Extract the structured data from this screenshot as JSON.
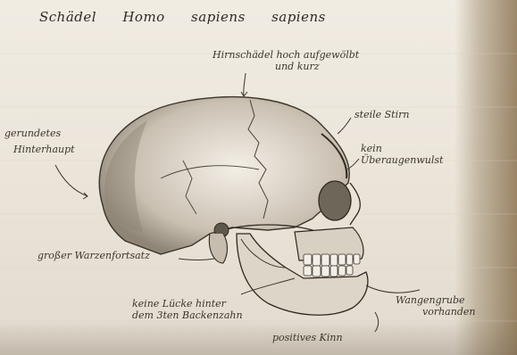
{
  "title": {
    "word1": "Schädel",
    "word2": "Homo",
    "word3": "sapiens",
    "word4": "sapiens"
  },
  "labels": {
    "brain_case_1": "Hirnschädel hoch aufgewölbt",
    "brain_case_2": "und kurz",
    "forehead": "steile Stirn",
    "no_brow_1": "kein",
    "no_brow_2": "Überaugenwulst",
    "occiput_1": "gerundetes",
    "occiput_2": "Hinterhaupt",
    "mastoid": "großer Warzenfortsatz",
    "tooth_gap_1": "keine Lücke hinter",
    "tooth_gap_2": "dem 3ten Backenzahn",
    "canine_fossa_1": "Wangengrube",
    "canine_fossa_2": "vorhanden",
    "chin": "positives Kinn"
  },
  "colors": {
    "paper": "#efe9df",
    "ink": "#3a342c"
  }
}
